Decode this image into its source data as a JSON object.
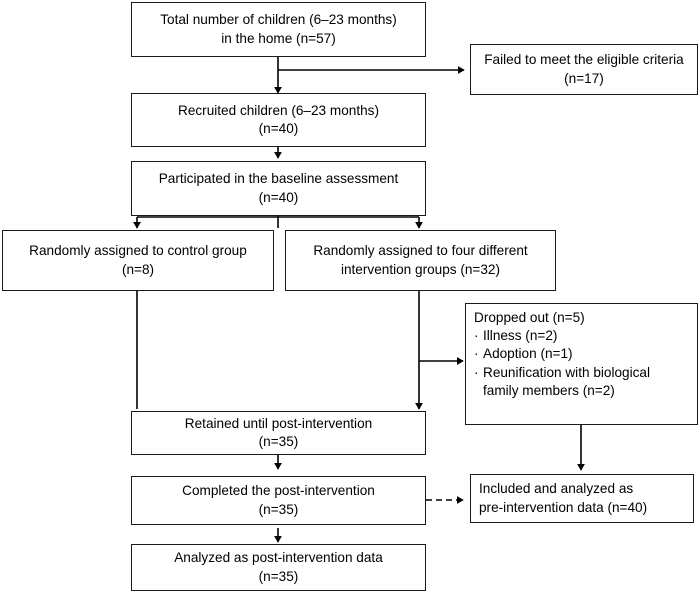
{
  "figure": {
    "type": "flow-diagram",
    "title": "Participant flow diagram",
    "colors": {
      "border": "#1a1a1a",
      "background": "#ffffff",
      "text": "#000000",
      "connector": "#000000"
    }
  },
  "nodes": {
    "total_children": {
      "line1": "Total number of children (6‒23 months)",
      "line2": "in the home (n=57)"
    },
    "failed_criteria": {
      "line1": "Failed to meet the eligible criteria",
      "line2": "(n=17)"
    },
    "recruited": {
      "line1": "Recruited children (6‒23 months)",
      "line2": "(n=40)"
    },
    "baseline": {
      "line1": "Participated in the baseline assessment",
      "line2": "(n=40)"
    },
    "control_group": {
      "line1": "Randomly assigned to control group",
      "line2": "(n=8)"
    },
    "intervention_groups": {
      "line1": "Randomly assigned to four different",
      "line2": "intervention groups (n=32)"
    },
    "dropped_out": {
      "heading": "Dropped out (n=5)",
      "bullet1": "Illness (n=2)",
      "bullet2": "Adoption (n=1)",
      "bullet3": "Reunification with biological",
      "bullet3_cont": "family members (n=2)",
      "bullet_glyph": "·"
    },
    "retained": {
      "line1": "Retained until post-intervention",
      "line2": "(n=35)"
    },
    "completed": {
      "line1": "Completed the post-intervention",
      "line2": "(n=35)"
    },
    "included_pre": {
      "line1": "Included and analyzed as",
      "line2": "pre-intervention data (n=40)"
    },
    "analyzed_post": {
      "line1": "Analyzed as post-intervention data",
      "line2": "(n=35)"
    }
  }
}
